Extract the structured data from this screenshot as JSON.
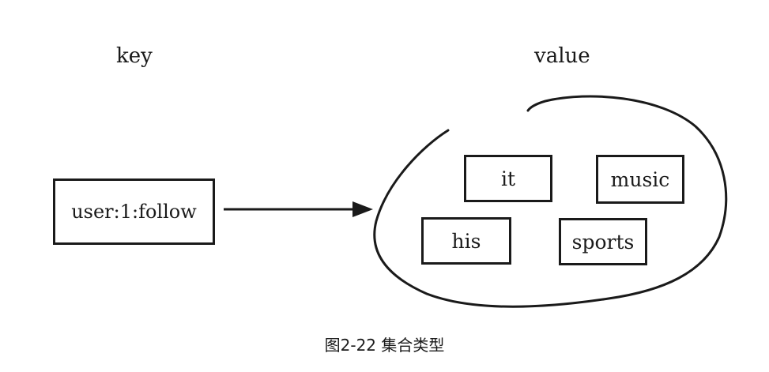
{
  "diagram": {
    "key_header": "key",
    "value_header": "value",
    "key": "user:1:follow",
    "members": [
      "it",
      "music",
      "his",
      "sports"
    ],
    "caption": "图2-22 集合类型"
  }
}
